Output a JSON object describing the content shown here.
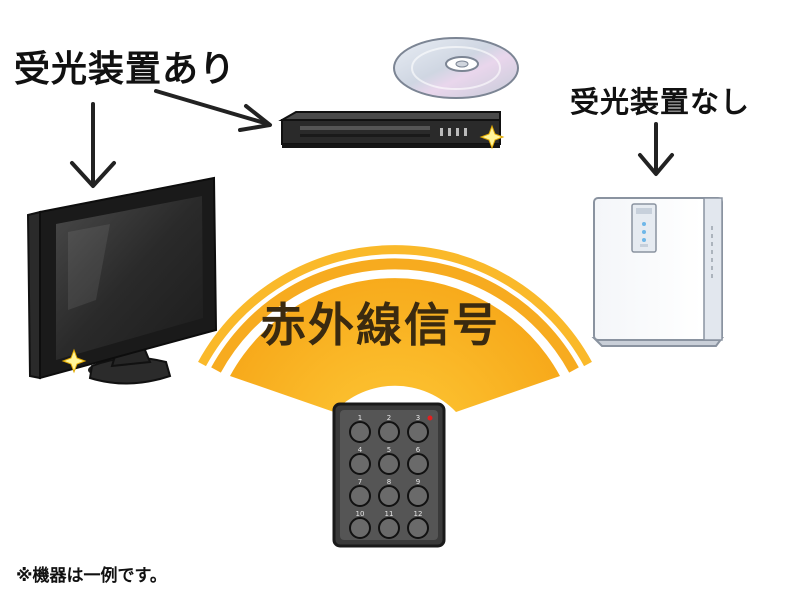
{
  "labels": {
    "with_receiver": "受光装置あり",
    "without_receiver": "受光装置なし",
    "signal": "赤外線信号",
    "note": "※機器は一例です。"
  },
  "keypad": {
    "keys": [
      "1",
      "2",
      "3",
      "4",
      "5",
      "6",
      "7",
      "8",
      "9",
      "10",
      "11",
      "12"
    ]
  },
  "colors": {
    "signal_orange": "#f7a81b",
    "signal_light": "#fcc531",
    "arrow": "#222222",
    "text": "#111111"
  },
  "icons": {
    "monitor": "flat-screen-tv-icon",
    "player": "disc-player-icon",
    "disc": "cd-disc-icon",
    "purifier": "air-purifier-icon",
    "remote": "remote-control-icon",
    "sparkle": "sparkle-icon"
  }
}
